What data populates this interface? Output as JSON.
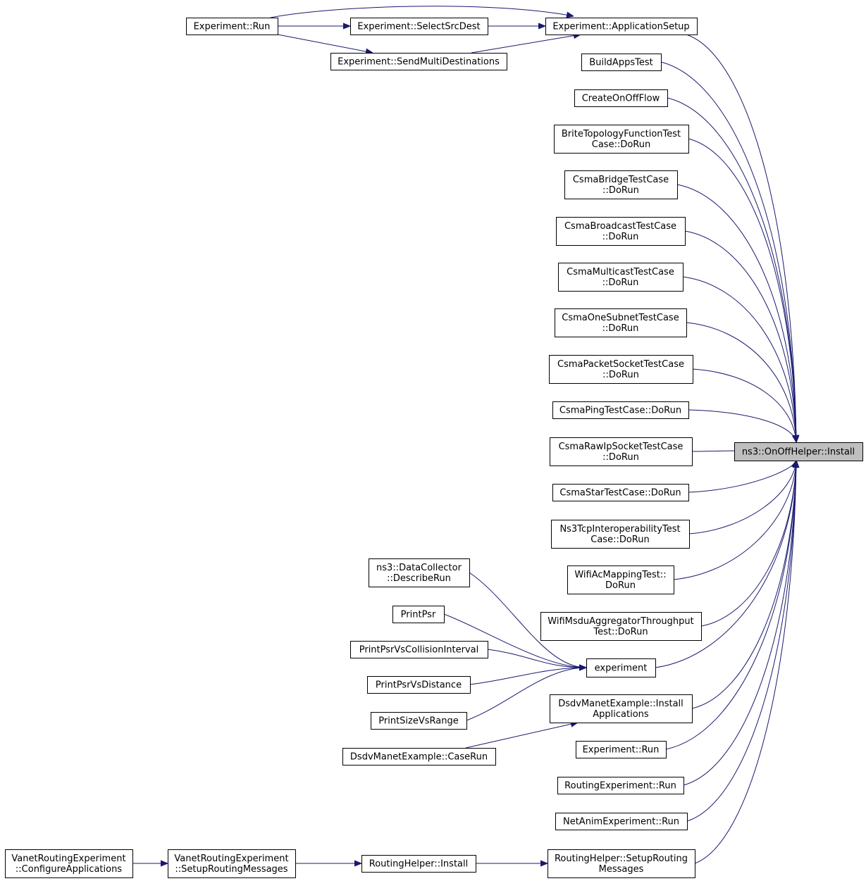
{
  "nodes": {
    "install": {
      "lines": [
        "ns3::OnOffHelper::Install"
      ],
      "focus": true
    },
    "app_setup": {
      "lines": [
        "Experiment::ApplicationSetup"
      ]
    },
    "exp_run_a": {
      "lines": [
        "Experiment::Run"
      ]
    },
    "select_src_dest": {
      "lines": [
        "Experiment::SelectSrcDest"
      ]
    },
    "send_multi": {
      "lines": [
        "Experiment::SendMultiDestinations"
      ]
    },
    "build_apps_test": {
      "lines": [
        "BuildAppsTest"
      ]
    },
    "create_onoff": {
      "lines": [
        "CreateOnOffFlow"
      ]
    },
    "brite": {
      "lines": [
        "BriteTopologyFunctionTest",
        "Case::DoRun"
      ]
    },
    "csma_bridge": {
      "lines": [
        "CsmaBridgeTestCase",
        "::DoRun"
      ]
    },
    "csma_broadcast": {
      "lines": [
        "CsmaBroadcastTestCase",
        "::DoRun"
      ]
    },
    "csma_multicast": {
      "lines": [
        "CsmaMulticastTestCase",
        "::DoRun"
      ]
    },
    "csma_one_subnet": {
      "lines": [
        "CsmaOneSubnetTestCase",
        "::DoRun"
      ]
    },
    "csma_packet_socket": {
      "lines": [
        "CsmaPacketSocketTestCase",
        "::DoRun"
      ]
    },
    "csma_ping": {
      "lines": [
        "CsmaPingTestCase::DoRun"
      ]
    },
    "csma_raw_ip": {
      "lines": [
        "CsmaRawIpSocketTestCase",
        "::DoRun"
      ]
    },
    "csma_star": {
      "lines": [
        "CsmaStarTestCase::DoRun"
      ]
    },
    "ns3_tcp": {
      "lines": [
        "Ns3TcpInteroperabilityTest",
        "Case::DoRun"
      ]
    },
    "wifi_ac": {
      "lines": [
        "WifiAcMappingTest::",
        "DoRun"
      ]
    },
    "wifi_msdu": {
      "lines": [
        "WifiMsduAggregatorThroughput",
        "Test::DoRun"
      ]
    },
    "experiment": {
      "lines": [
        "experiment"
      ]
    },
    "data_collector": {
      "lines": [
        "ns3::DataCollector",
        "::DescribeRun"
      ]
    },
    "print_psr": {
      "lines": [
        "PrintPsr"
      ]
    },
    "print_psr_collision": {
      "lines": [
        "PrintPsrVsCollisionInterval"
      ]
    },
    "print_psr_distance": {
      "lines": [
        "PrintPsrVsDistance"
      ]
    },
    "print_size_range": {
      "lines": [
        "PrintSizeVsRange"
      ]
    },
    "dsdv_install_apps": {
      "lines": [
        "DsdvManetExample::Install",
        "Applications"
      ]
    },
    "dsdv_case_run": {
      "lines": [
        "DsdvManetExample::CaseRun"
      ]
    },
    "exp_run_b": {
      "lines": [
        "Experiment::Run"
      ]
    },
    "routing_exp_run": {
      "lines": [
        "RoutingExperiment::Run"
      ]
    },
    "netanim_run": {
      "lines": [
        "NetAnimExperiment::Run"
      ]
    },
    "routing_setup_msgs": {
      "lines": [
        "RoutingHelper::SetupRouting",
        "Messages"
      ]
    },
    "routing_helper_install": {
      "lines": [
        "RoutingHelper::Install"
      ]
    },
    "vanet_setup_msgs": {
      "lines": [
        "VanetRoutingExperiment",
        "::SetupRoutingMessages"
      ]
    },
    "vanet_config_apps": {
      "lines": [
        "VanetRoutingExperiment",
        "::ConfigureApplications"
      ]
    }
  },
  "edges": [
    [
      "exp_run_a",
      "select_src_dest"
    ],
    [
      "exp_run_a",
      "app_setup"
    ],
    [
      "exp_run_a",
      "send_multi"
    ],
    [
      "select_src_dest",
      "app_setup"
    ],
    [
      "send_multi",
      "app_setup"
    ],
    [
      "app_setup",
      "install"
    ],
    [
      "build_apps_test",
      "install"
    ],
    [
      "create_onoff",
      "install"
    ],
    [
      "brite",
      "install"
    ],
    [
      "csma_bridge",
      "install"
    ],
    [
      "csma_broadcast",
      "install"
    ],
    [
      "csma_multicast",
      "install"
    ],
    [
      "csma_one_subnet",
      "install"
    ],
    [
      "csma_packet_socket",
      "install"
    ],
    [
      "csma_ping",
      "install"
    ],
    [
      "csma_raw_ip",
      "install"
    ],
    [
      "csma_star",
      "install"
    ],
    [
      "ns3_tcp",
      "install"
    ],
    [
      "wifi_ac",
      "install"
    ],
    [
      "wifi_msdu",
      "install"
    ],
    [
      "experiment",
      "install"
    ],
    [
      "dsdv_install_apps",
      "install"
    ],
    [
      "exp_run_b",
      "install"
    ],
    [
      "routing_exp_run",
      "install"
    ],
    [
      "netanim_run",
      "install"
    ],
    [
      "routing_setup_msgs",
      "install"
    ],
    [
      "data_collector",
      "experiment"
    ],
    [
      "print_psr",
      "experiment"
    ],
    [
      "print_psr_collision",
      "experiment"
    ],
    [
      "print_psr_distance",
      "experiment"
    ],
    [
      "print_size_range",
      "experiment"
    ],
    [
      "dsdv_case_run",
      "dsdv_install_apps"
    ],
    [
      "routing_helper_install",
      "routing_setup_msgs"
    ],
    [
      "vanet_setup_msgs",
      "routing_helper_install"
    ],
    [
      "vanet_config_apps",
      "vanet_setup_msgs"
    ]
  ]
}
